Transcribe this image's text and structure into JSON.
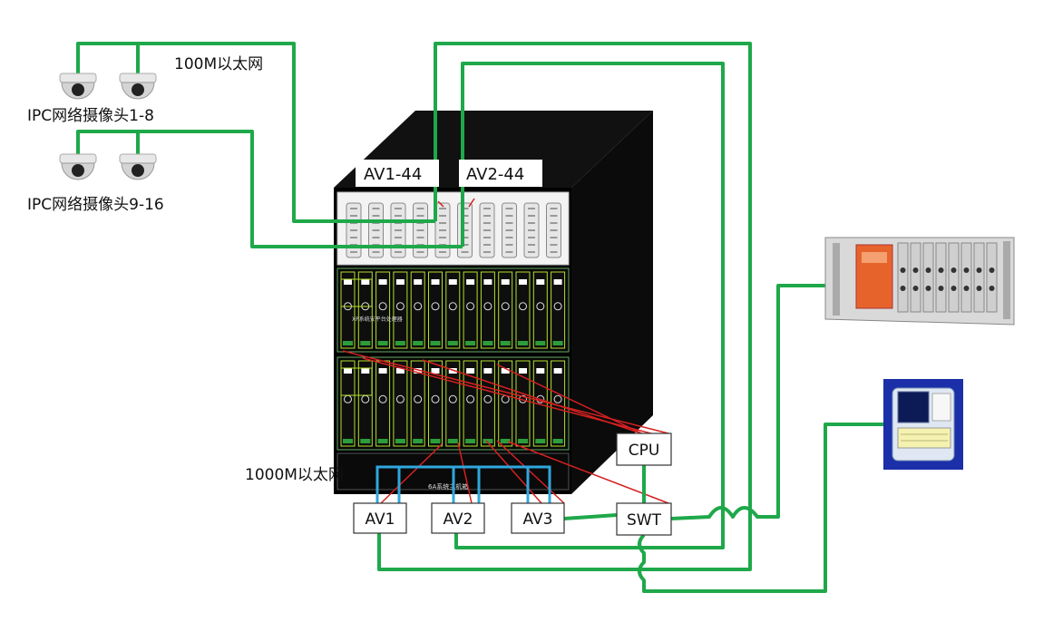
{
  "labels": {
    "ethernet_100m": "100M以太网",
    "ethernet_1000m": "1000M以太网",
    "camera_group_1": "IPC网络摄像头1-8",
    "camera_group_2": "IPC网络摄像头9-16",
    "av1_44": "AV1-44",
    "av2_44": "AV2-44",
    "cabinet_title": "6A系统主机箱",
    "cabinet_panel_title": "XP系统安平台处理器"
  },
  "nodes": {
    "av1": "AV1",
    "av2": "AV2",
    "av3": "AV3",
    "cpu": "CPU",
    "swt": "SWT"
  },
  "colors": {
    "network_line": "#1fa84a",
    "signal_line": "#d62020",
    "bus_line": "#2fa7de",
    "cabinet": "#000000",
    "card_frame": "#b5e02c",
    "module_accent": "#e6642c",
    "monitor_screen": "#1a2fa8"
  },
  "icons": {
    "camera": "dome-camera-icon",
    "rack_device": "rack-chassis-device",
    "monitor_device": "monitor-terminal-device"
  }
}
